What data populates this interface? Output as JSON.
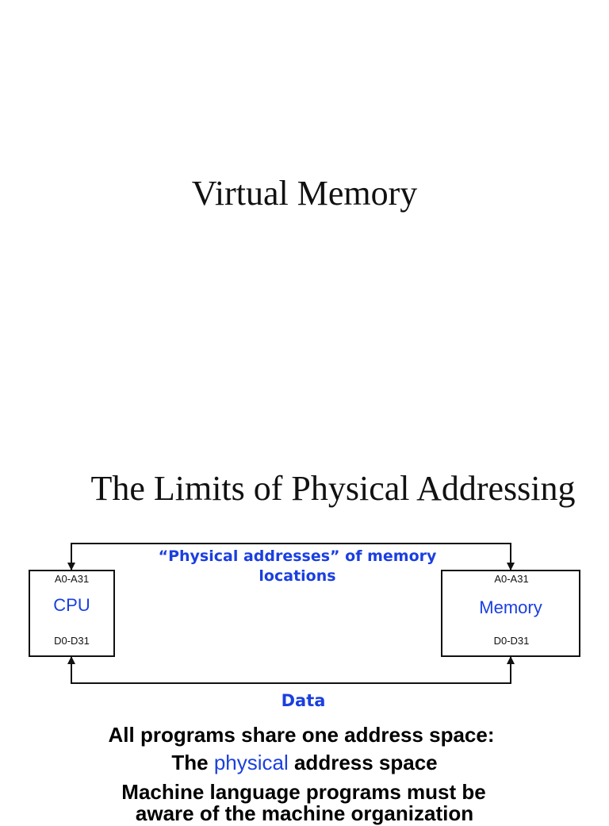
{
  "slide1": {
    "title": "Virtual Memory"
  },
  "slide2": {
    "title": "The Limits of Physical Addressing",
    "diagram": {
      "cpu": {
        "label": "CPU",
        "address_pins": "A0-A31",
        "data_pins": "D0-D31"
      },
      "memory": {
        "label": "Memory",
        "address_pins": "A0-A31",
        "data_pins": "D0-D31"
      },
      "address_caption": "“Physical addresses” of memory locations",
      "data_caption": "Data"
    },
    "body": {
      "line1": "All programs share one address space:",
      "line2_prefix": "The ",
      "line2_highlight": "physical",
      "line2_suffix": " address space",
      "line3": "Machine language programs must be",
      "line4": "aware of the machine organization"
    }
  }
}
